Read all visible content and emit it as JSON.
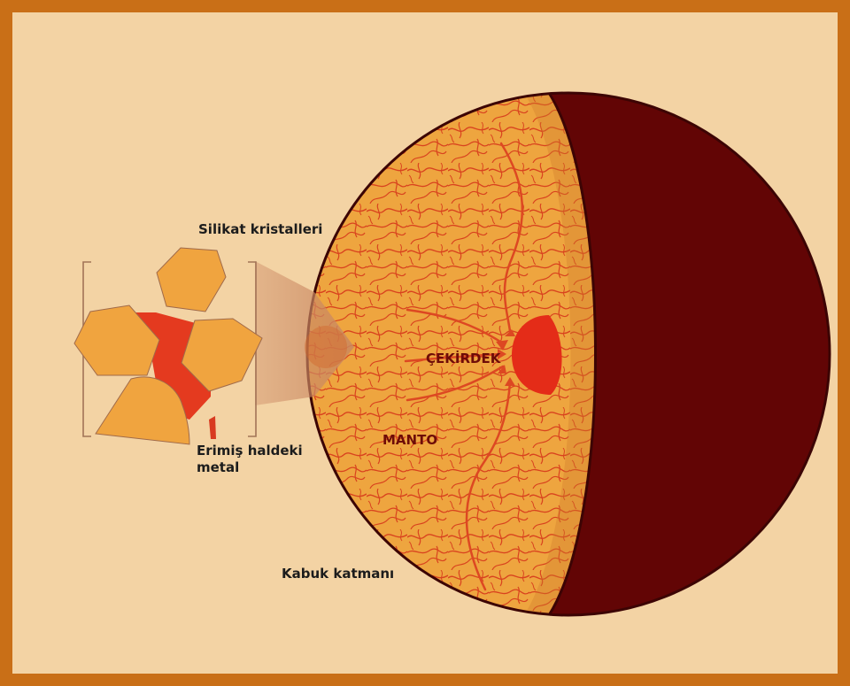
{
  "labels": {
    "silicate_crystals": "Silikat kristalleri",
    "molten_metal_line1": "Erimiş haldeki",
    "molten_metal_line2": "metal",
    "crust_layer": "Kabuk katmanı",
    "core": "ÇEKİRDEK",
    "mantle": "MANTO"
  },
  "colors": {
    "frame": "#c96f17",
    "background": "#f3d3a4",
    "mantle_fill": "#eea53f",
    "mantle_veins": "#d9431e",
    "dark_hemisphere": "#620505",
    "core_fill": "#e42c18",
    "crystal_fill": "#f0a43f",
    "molten_metal": "#e43a1f",
    "text": "#1c1c1c"
  }
}
